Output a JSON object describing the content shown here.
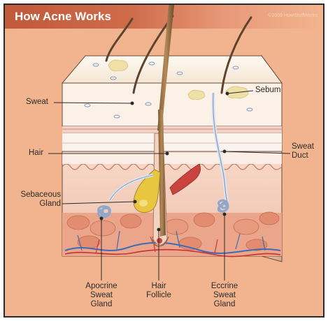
{
  "header": {
    "title": "How Acne Works",
    "credit": "©2009 HowStuffWorks"
  },
  "labels": {
    "sweat": "Sweat",
    "hair": "Hair",
    "sebaceous_gland_1": "Sebaceous",
    "sebaceous_gland_2": "Gland",
    "sebum": "Sebum",
    "sweat_duct_1": "Sweat",
    "sweat_duct_2": "Duct",
    "apocrine_1": "Apocrine",
    "apocrine_2": "Sweat",
    "apocrine_3": "Gland",
    "hair_follicle_1": "Hair",
    "hair_follicle_2": "Follicle",
    "eccrine_1": "Eccrine",
    "eccrine_2": "Sweat",
    "eccrine_3": "Gland"
  },
  "colors": {
    "background": "#f2b48e",
    "header": "#c0583a",
    "skin_surface": "#fbf4ea",
    "dermis": "#f3c9b6",
    "hair": "#5c4430",
    "sebum": "#e8c640",
    "fat": "#e2957a"
  }
}
